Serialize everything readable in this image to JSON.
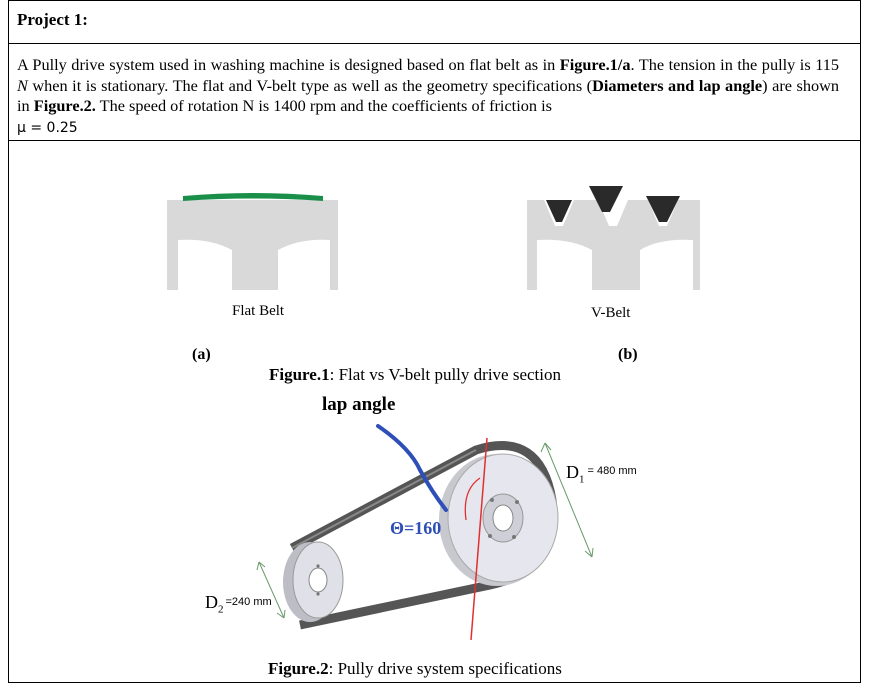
{
  "project_title": "Project 1:",
  "paragraph": {
    "p1": "A Pully drive system used in washing machine is designed based on flat belt as in ",
    "fig1a": "Figure.1/a",
    "p2": ". The tension in the pully is 115 ",
    "unit_n": "N",
    "p3": "  when it is stationary. The flat and V-belt type as well as the geometry specifications (",
    "bold_spec": "Diameters and lap angle",
    "p4": ") are shown in ",
    "fig2": "Figure.2.",
    "p5": " The speed of rotation N is 1400 rpm and the coefficients of friction is ",
    "mu": "μ = 0.25"
  },
  "figure1": {
    "flat_label": "Flat Belt",
    "v_label": "V-Belt",
    "sub_a": "(a)",
    "sub_b": "(b)",
    "caption_bold": "Figure.1",
    "caption_rest": ": Flat vs V-belt pully drive section"
  },
  "figure2": {
    "lap_angle_label": "lap angle",
    "theta_label": "Θ=160",
    "d1_label": "D",
    "d1_sub": "1",
    "d1_value": "= 480 mm",
    "d2_label": "D",
    "d2_sub": "2",
    "d2_value": "=240 mm",
    "caption_bold": "Figure.2",
    "caption_rest": ": Pully drive system specifications"
  },
  "colors": {
    "flat_belt": "#1a8f4a",
    "pulley_section": "#d9d9d9",
    "v_belt": "#2a2a2a",
    "lap_curve": "#2f4fb8",
    "center_line": "#e03030",
    "dimension": "#6a9a6a"
  }
}
